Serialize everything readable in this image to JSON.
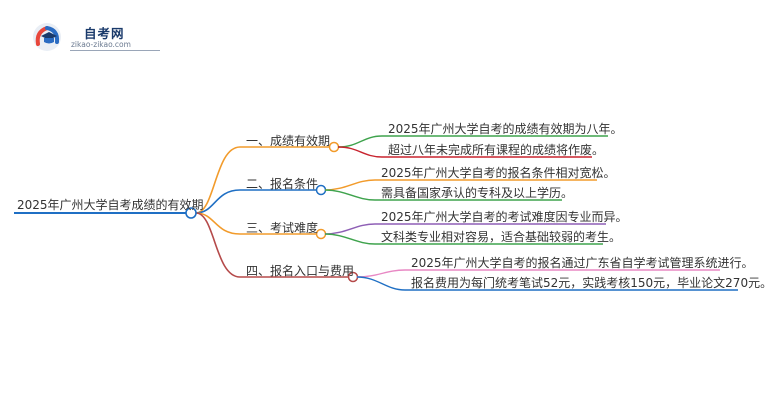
{
  "logo": {
    "title": "自考网",
    "url": "zikao-zikao.com",
    "icon": "graduation-cap-icon"
  },
  "root": "2025年广州大学自考成绩的有效期",
  "branches": [
    {
      "label": "一、成绩有效期",
      "color": "#f29b2b",
      "leaves": [
        {
          "text": "2025年广州大学自考的成绩有效期为八年。",
          "color": "#3fa34d"
        },
        {
          "text": "超过八年未完成所有课程的成绩将作废。",
          "color": "#c8242f"
        }
      ]
    },
    {
      "label": "二、报名条件",
      "color": "#1f6fc4",
      "leaves": [
        {
          "text": "2025年广州大学自考的报名条件相对宽松。",
          "color": "#f29b2b"
        },
        {
          "text": "需具备国家承认的专科及以上学历。",
          "color": "#3fa34d"
        }
      ]
    },
    {
      "label": "三、考试难度",
      "color": "#f29b2b",
      "leaves": [
        {
          "text": "2025年广州大学自考的考试难度因专业而异。",
          "color": "#8e5fb5"
        },
        {
          "text": "文科类专业相对容易，适合基础较弱的考生。",
          "color": "#3fa34d"
        }
      ]
    },
    {
      "label": "四、报名入口与费用",
      "color": "#b54a4a",
      "leaves": [
        {
          "text": "2025年广州大学自考的报名通过广东省自学考试管理系统进行。",
          "color": "#e888c4"
        },
        {
          "text": "报名费用为每门统考笔试52元，实践考核150元，毕业论文270元。",
          "color": "#1f6fc4"
        }
      ]
    }
  ],
  "root_color": "#1f6fc4"
}
